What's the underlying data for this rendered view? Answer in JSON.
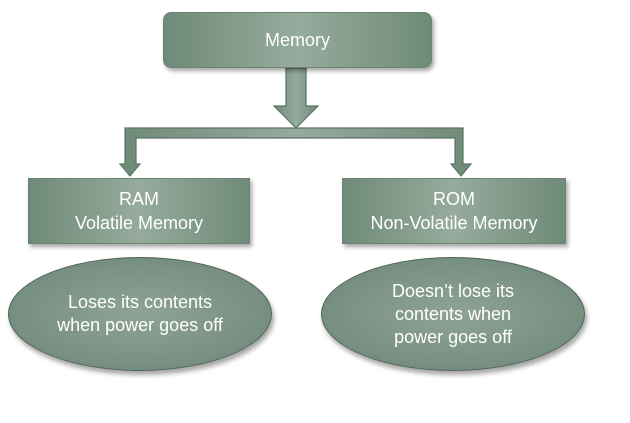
{
  "root": {
    "label": "Memory"
  },
  "left": {
    "title": "RAM",
    "subtitle": "Volatile Memory",
    "description": "Loses its contents when power goes off"
  },
  "right": {
    "title": "ROM",
    "subtitle": "Non-Volatile Memory",
    "description": "Doesn’t lose its contents when power goes off"
  },
  "colors": {
    "node_fill": "#7f9788",
    "node_highlight": "#96ab9d",
    "arrow_fill": "#7f9788",
    "arrow_stroke": "#5b7365"
  }
}
